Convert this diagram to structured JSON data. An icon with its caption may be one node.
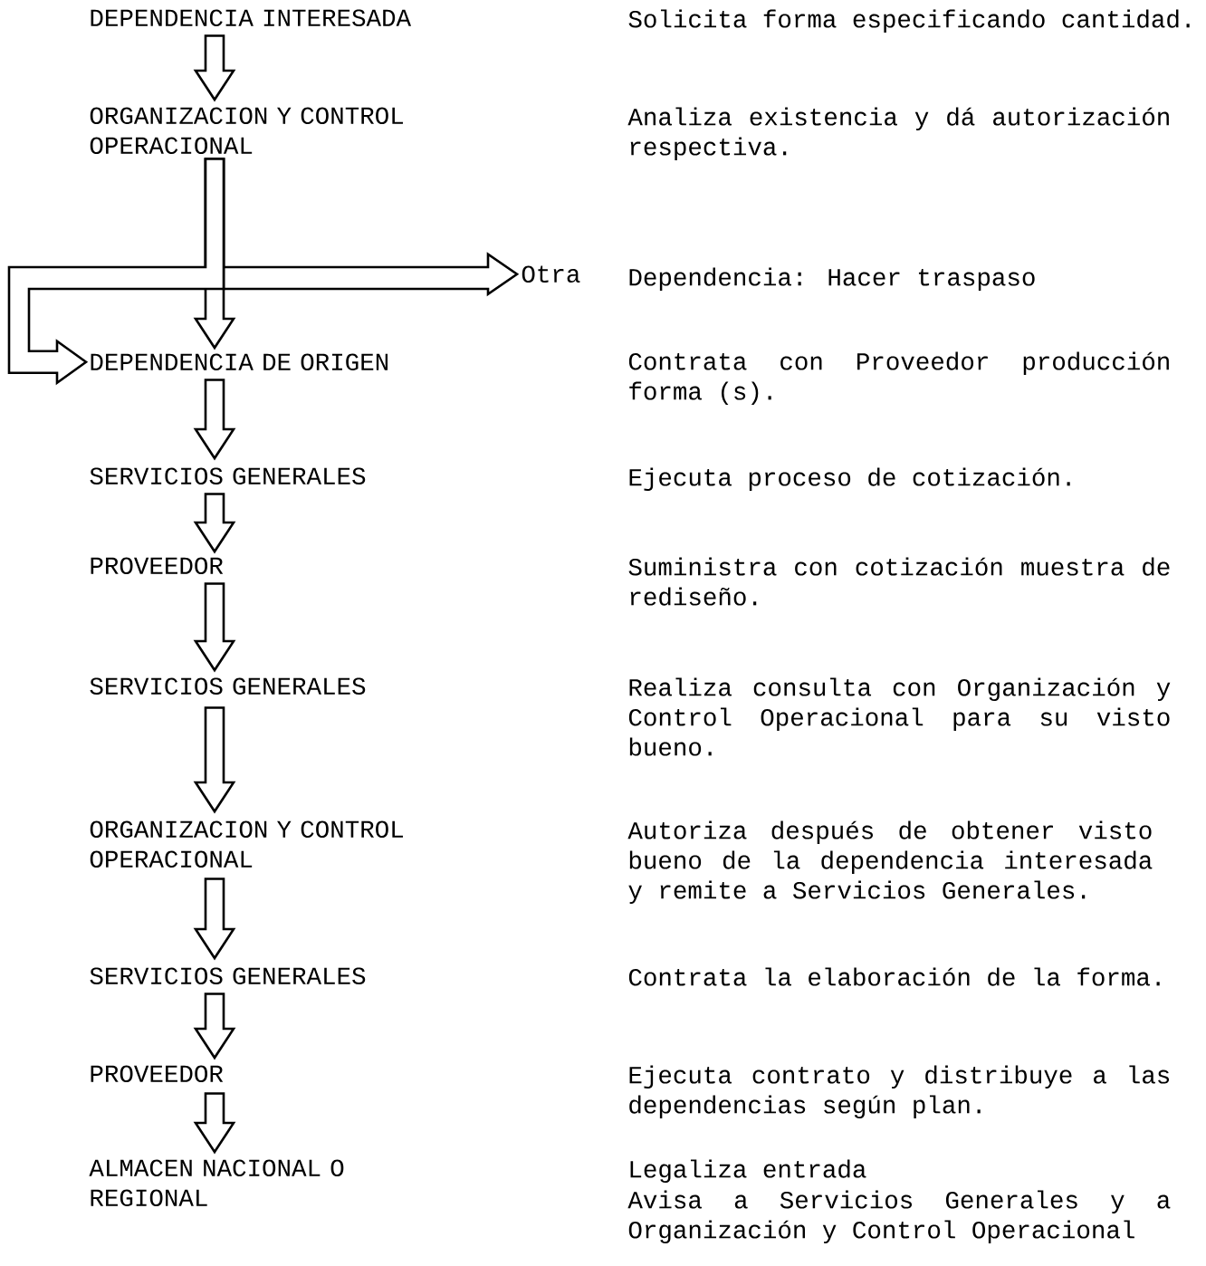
{
  "diagram": {
    "nodes": [
      {
        "text": [
          "DEPENDENCIA INTERESADA"
        ]
      },
      {
        "text": [
          "ORGANIZACION Y CONTROL OPERACIONAL"
        ]
      },
      {
        "text": [
          "Otra"
        ],
        "beside": [
          "Dependencia: Hacer traspaso"
        ]
      },
      {
        "text": [
          "DEPENDENCIA DE ORIGEN"
        ]
      },
      {
        "text": [
          "SERVICIOS GENERALES"
        ]
      },
      {
        "text": [
          "PROVEEDOR"
        ]
      },
      {
        "text": [
          "SERVICIOS GENERALES"
        ]
      },
      {
        "text": [
          "ORGANIZACION Y CONTROL OPERACIONAL"
        ]
      },
      {
        "text": [
          "SERVICIOS GENERALES"
        ]
      },
      {
        "text": [
          "PROVEEDOR"
        ]
      },
      {
        "text": [
          "ALMACEN NACIONAL O REGIONAL"
        ]
      }
    ],
    "edges": [
      {
        "from": 0,
        "to": 1,
        "arrow": "to"
      },
      {
        "from": 1,
        "to": 2,
        "arrow": "to"
      },
      {
        "from": 1,
        "to": 3,
        "arrow": "to"
      },
      {
        "from": 1,
        "to": 3,
        "arrow": "to"
      },
      {
        "from": 3,
        "to": 4,
        "arrow": "to"
      },
      {
        "from": 4,
        "to": 5,
        "arrow": "to"
      },
      {
        "from": 5,
        "to": 6,
        "arrow": "to"
      },
      {
        "from": 6,
        "to": 7,
        "arrow": "to"
      },
      {
        "from": 7,
        "to": 8,
        "arrow": "to"
      },
      {
        "from": 8,
        "to": 9,
        "arrow": "to"
      },
      {
        "from": 9,
        "to": 10,
        "arrow": "to"
      }
    ],
    "labels": [
      "Solicita forma especificando cantidad.",
      "Analiza existencia y dá autorización respectiva.",
      "Contrata con Proveedor producción forma (s).",
      "Ejecuta proceso de cotización.",
      "Suministra con cotización muestra de rediseño.",
      "Realiza consulta con Organización y Control Operacional para su visto bueno.",
      "Autoriza después de obtener visto bueno de la dependencia interesada y remite a Servicios Generales.",
      "Contrata la elaboración de la forma.",
      "Ejecuta contrato y distribuye a las dependencias según plan.",
      "Legaliza entrada",
      "Avisa a Servicios Generales y a Organización y Control Operacional"
    ]
  }
}
